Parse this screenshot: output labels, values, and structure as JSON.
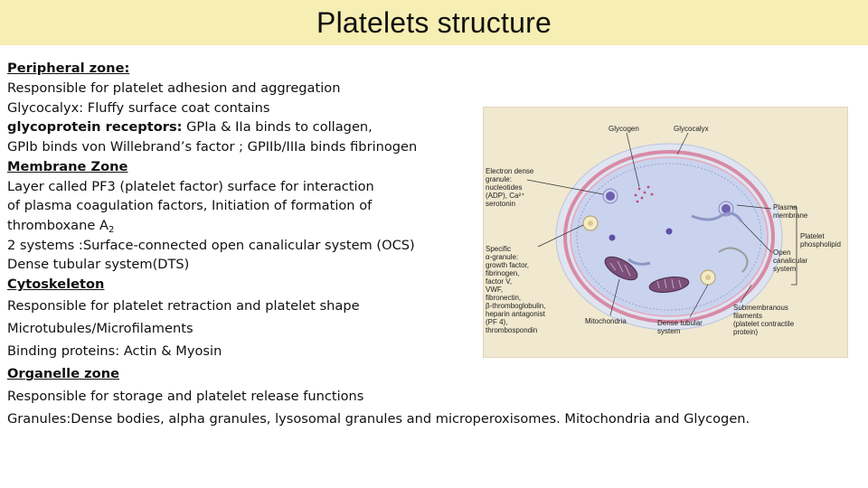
{
  "header": {
    "title": "Platelets structure"
  },
  "content": {
    "l1": "Peripheral zone:",
    "l2": "Responsible for platelet adhesion and aggregation",
    "l3": "Glycocalyx: Fluffy surface coat contains",
    "l4_bold": "glycoprotein receptors:",
    "l4_rest": " GPIa & IIa binds to collagen,",
    "l5": "GPIb binds von Willebrand’s factor ; GPIIb/IIIa  binds fibrinogen",
    "l6": "Membrane Zone",
    "l7": "Layer called PF3 (platelet factor) surface for interaction",
    "l8": "of plasma coagulation factors, Initiation of formation of",
    "l9_main": "thromboxane A",
    "l9_sub": "2",
    "l10": "2 systems :Surface-connected open canalicular system (OCS)",
    "l11": "Dense tubular system(DTS)",
    "l12": "Cytoskeleton",
    "l13": "Responsible for platelet retraction and platelet shape",
    "l14": "Microtubules/Microfilaments",
    "l15": "Binding proteins: Actin & Myosin",
    "l16": "Organelle zone",
    "l17": "Responsible for storage and platelet release functions",
    "l18": "Granules:Dense bodies, alpha granules, lysosomal granules and microperoxisomes. Mitochondria and Glycogen."
  },
  "figure": {
    "glycogen": "Glycogen",
    "glycocalyx": "Glycocalyx",
    "dense_granule": "Electron dense\ngranule:\nnucleotides\n(ADP), Ca²⁺\nserotonin",
    "plasma_membrane": "Plasma\nmembrane",
    "platelet_phospholipid": "Platelet\nphospholipid",
    "open_canalicular": "Open\ncanalicular\nsystem",
    "alpha_granule": "Specific\nα-granule:\ngrowth factor,\nfibrinogen,\nfactor V,\nVWF,\nfibronectin,\nβ-thromboglobulin,\nheparin antagonist\n(PF 4),\nthrombospondin",
    "submembranous": "Submembranous\nfilaments\n(platelet contractile\nprotein)",
    "mitochondria": "Mitochondria",
    "dense_tubular": "Dense tubular\nsystem"
  },
  "colors": {
    "title_bar": "#f6eeb2",
    "figure_bg": "#f0e8cf",
    "cell_fill": "#c9d3ee",
    "membrane": "#d88aa6"
  }
}
